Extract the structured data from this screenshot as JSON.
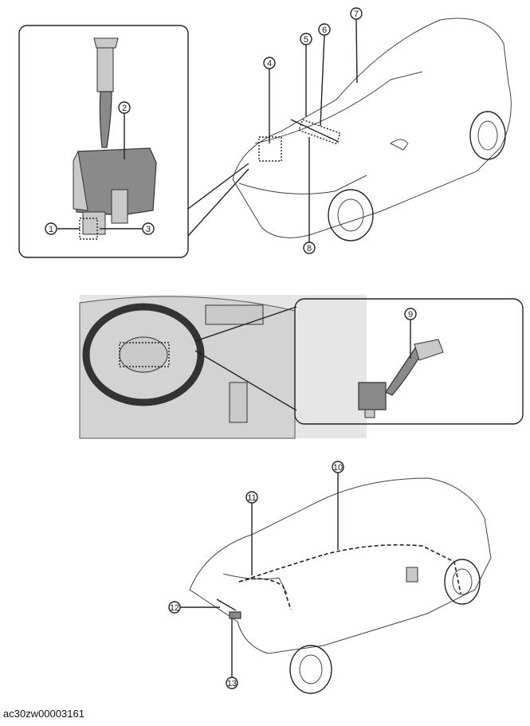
{
  "callouts": [
    {
      "num": "1"
    },
    {
      "num": "2"
    },
    {
      "num": "3"
    },
    {
      "num": "4"
    },
    {
      "num": "5"
    },
    {
      "num": "6"
    },
    {
      "num": "7"
    },
    {
      "num": "8"
    },
    {
      "num": "9"
    },
    {
      "num": "10"
    },
    {
      "num": "11"
    },
    {
      "num": "12"
    },
    {
      "num": "13"
    }
  ],
  "caption": "ac30zw00003161"
}
